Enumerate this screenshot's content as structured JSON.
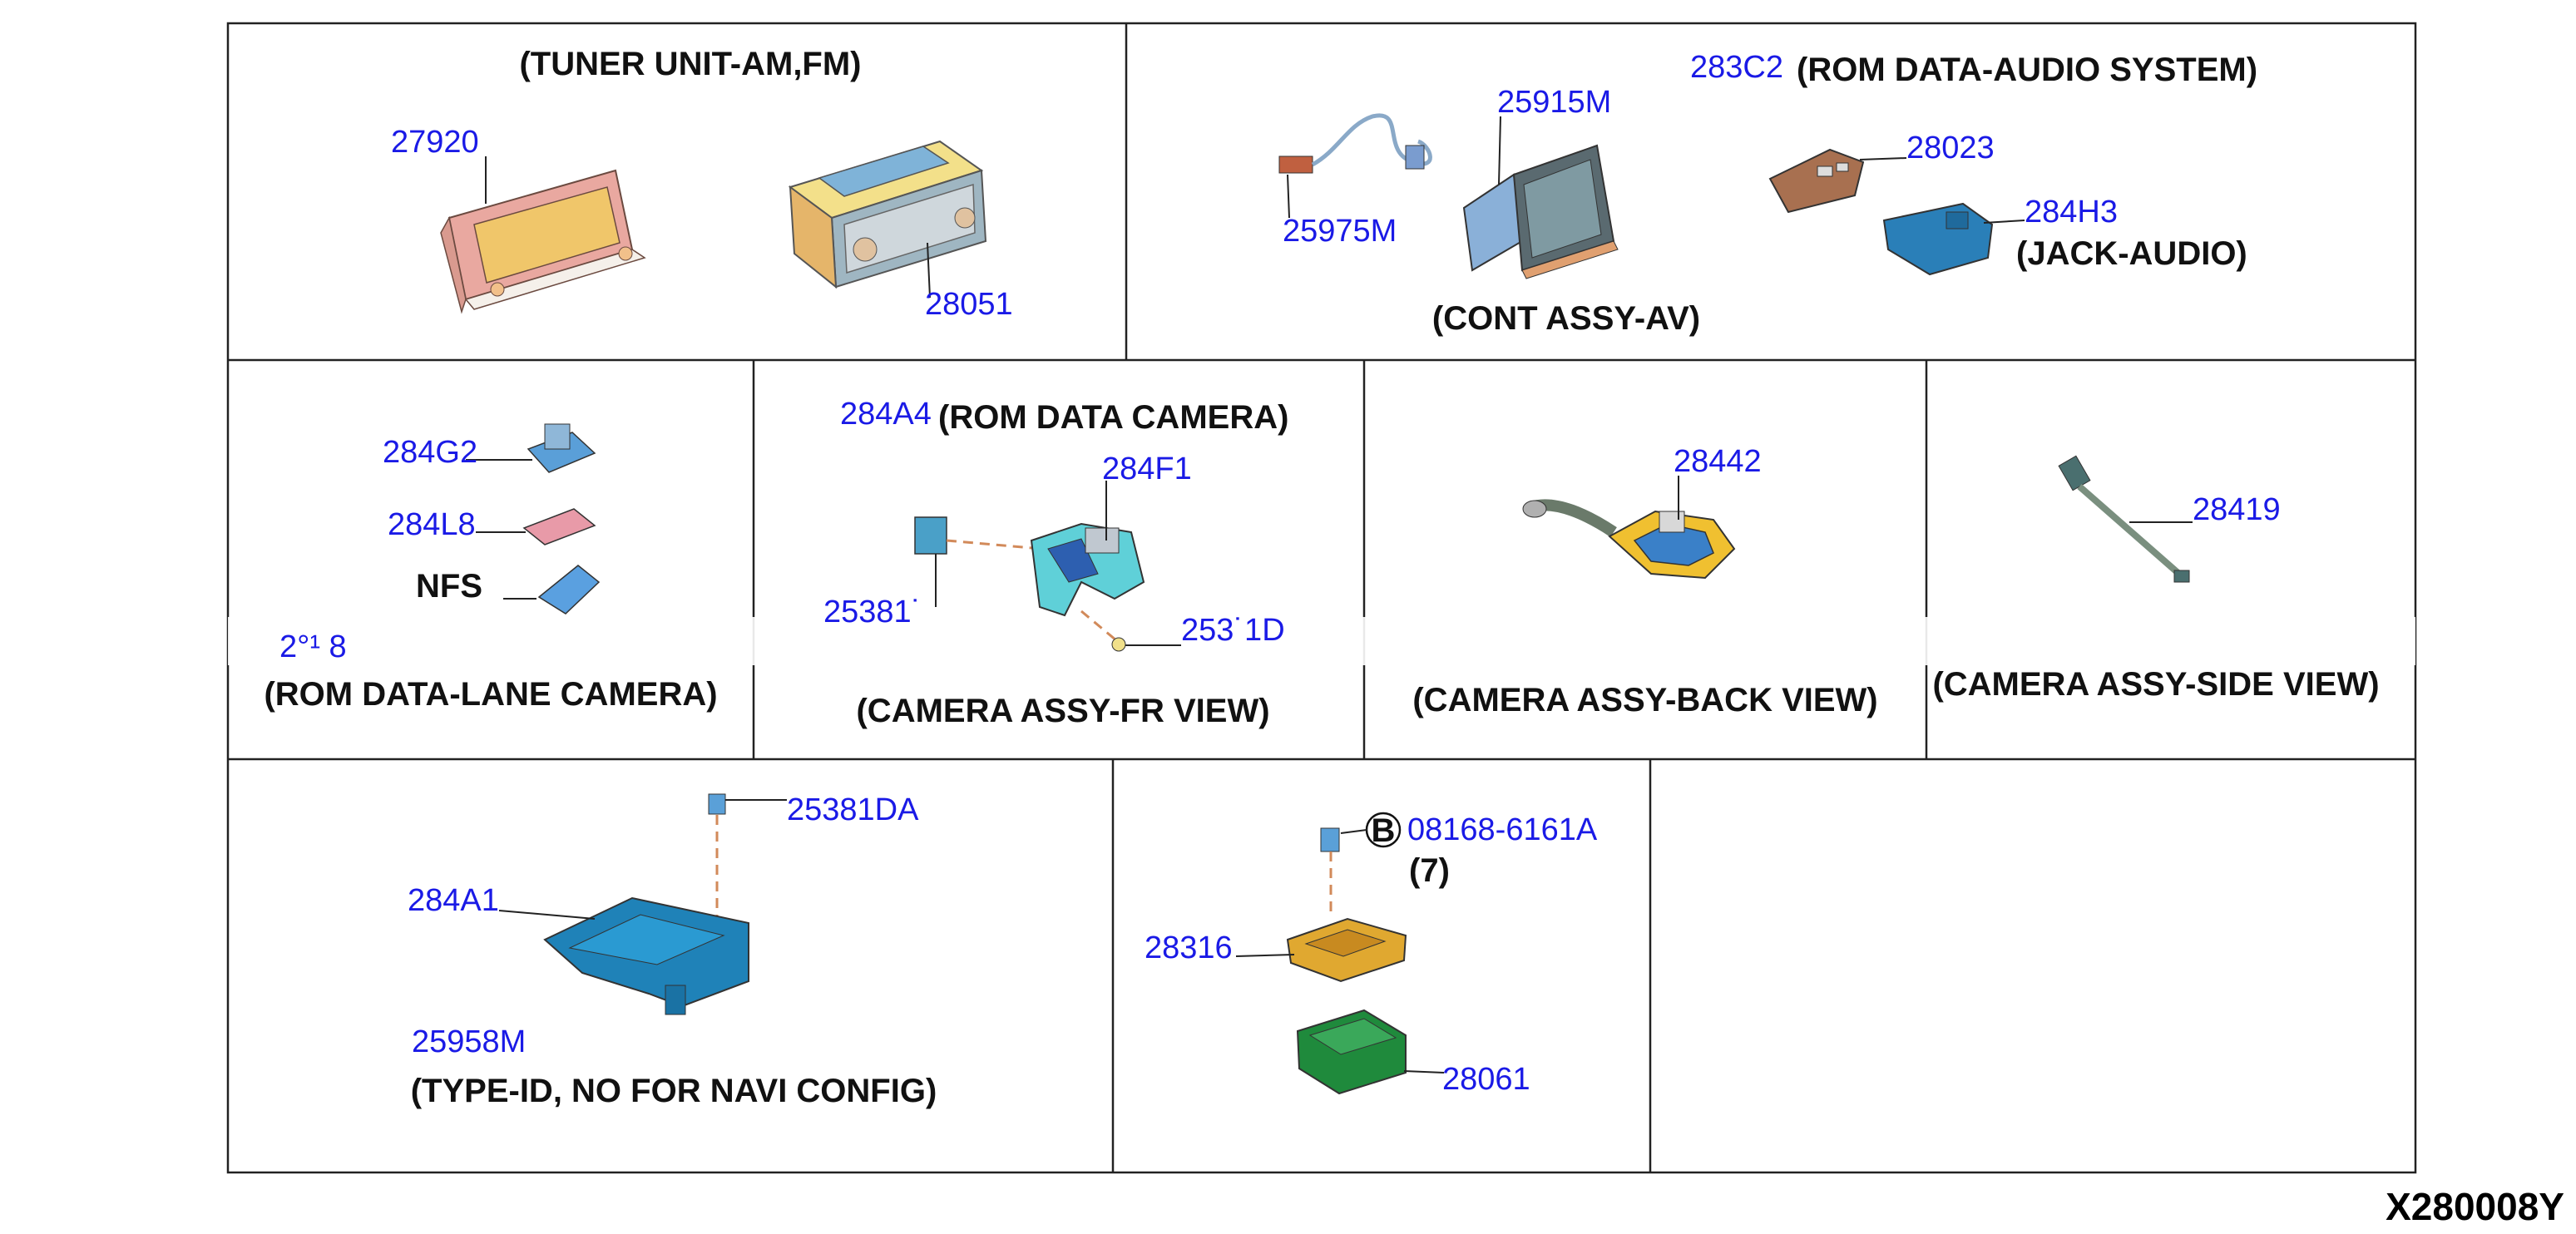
{
  "colors": {
    "part_number": "#1a1ae6",
    "caption": "#111111",
    "grid": "#222222",
    "dash": "#d28a5a"
  },
  "panels": {
    "tuner": {
      "caption": "(TUNER UNIT-AM,FM)",
      "pn_27920": "27920",
      "pn_28051": "28051"
    },
    "cont_av": {
      "caption": "(CONT ASSY-AV)",
      "pn_283c2": "283C2",
      "caption_rom_audio": "(ROM DATA-AUDIO SYSTEM)",
      "pn_25915m": "25915M",
      "pn_25975m": "25975M",
      "pn_28023": "28023",
      "pn_284h3": "284H3",
      "caption_jack": "(JACK-AUDIO)"
    },
    "lane_camera": {
      "pn_284g2": "284G2",
      "pn_284l8": "284L8",
      "nfs": "NFS",
      "pn_partial": "2°¹ 8",
      "caption": "(ROM DATA-LANE CAMERA)"
    },
    "fr_view": {
      "pn_284a4": "284A4",
      "caption_rom": "(ROM DATA CAMERA)",
      "pn_284f1": "284F1",
      "pn_25381_left": "25381˙",
      "pn_25381_right": "253˙1D",
      "caption": "(CAMERA ASSY-FR VIEW)"
    },
    "back_view": {
      "pn_28442": "28442",
      "caption": "(CAMERA ASSY-BACK VIEW)"
    },
    "side_view": {
      "pn_28419": "28419",
      "caption": "(CAMERA ASSY-SIDE VIEW)"
    },
    "type_id": {
      "pn_25381da": "25381DA",
      "pn_284a1": "284A1",
      "pn_25958m": "25958M",
      "caption": "(TYPE-ID, NO FOR NAVI CONFIG)"
    },
    "bracket": {
      "callout_b": "B",
      "pn_08168": "08168-6161A",
      "qty": "(7)",
      "pn_28316": "28316",
      "pn_28061": "28061"
    }
  },
  "diagram_ref": "X280008Y"
}
